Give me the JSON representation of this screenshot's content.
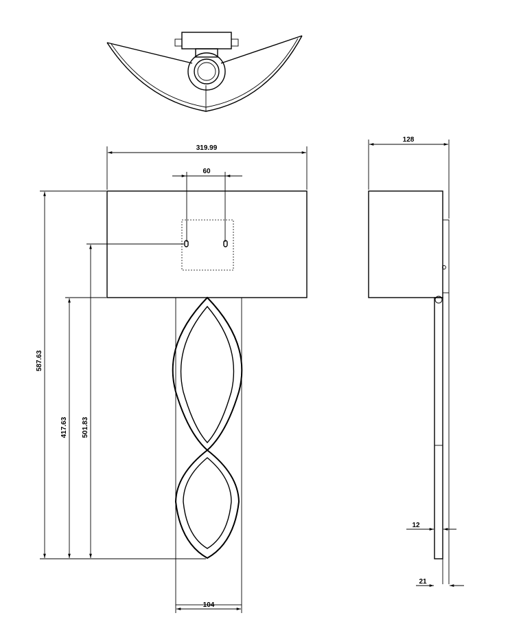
{
  "dimensions": {
    "overall_height": "587.63",
    "shade_bottom_height": "417.63",
    "bracket_height": "501.83",
    "shade_width": "319.99",
    "bracket_spacing": "60",
    "backplate_width": "104",
    "projection_depth": "128",
    "plate_thickness": "12",
    "wall_offset": "21"
  }
}
